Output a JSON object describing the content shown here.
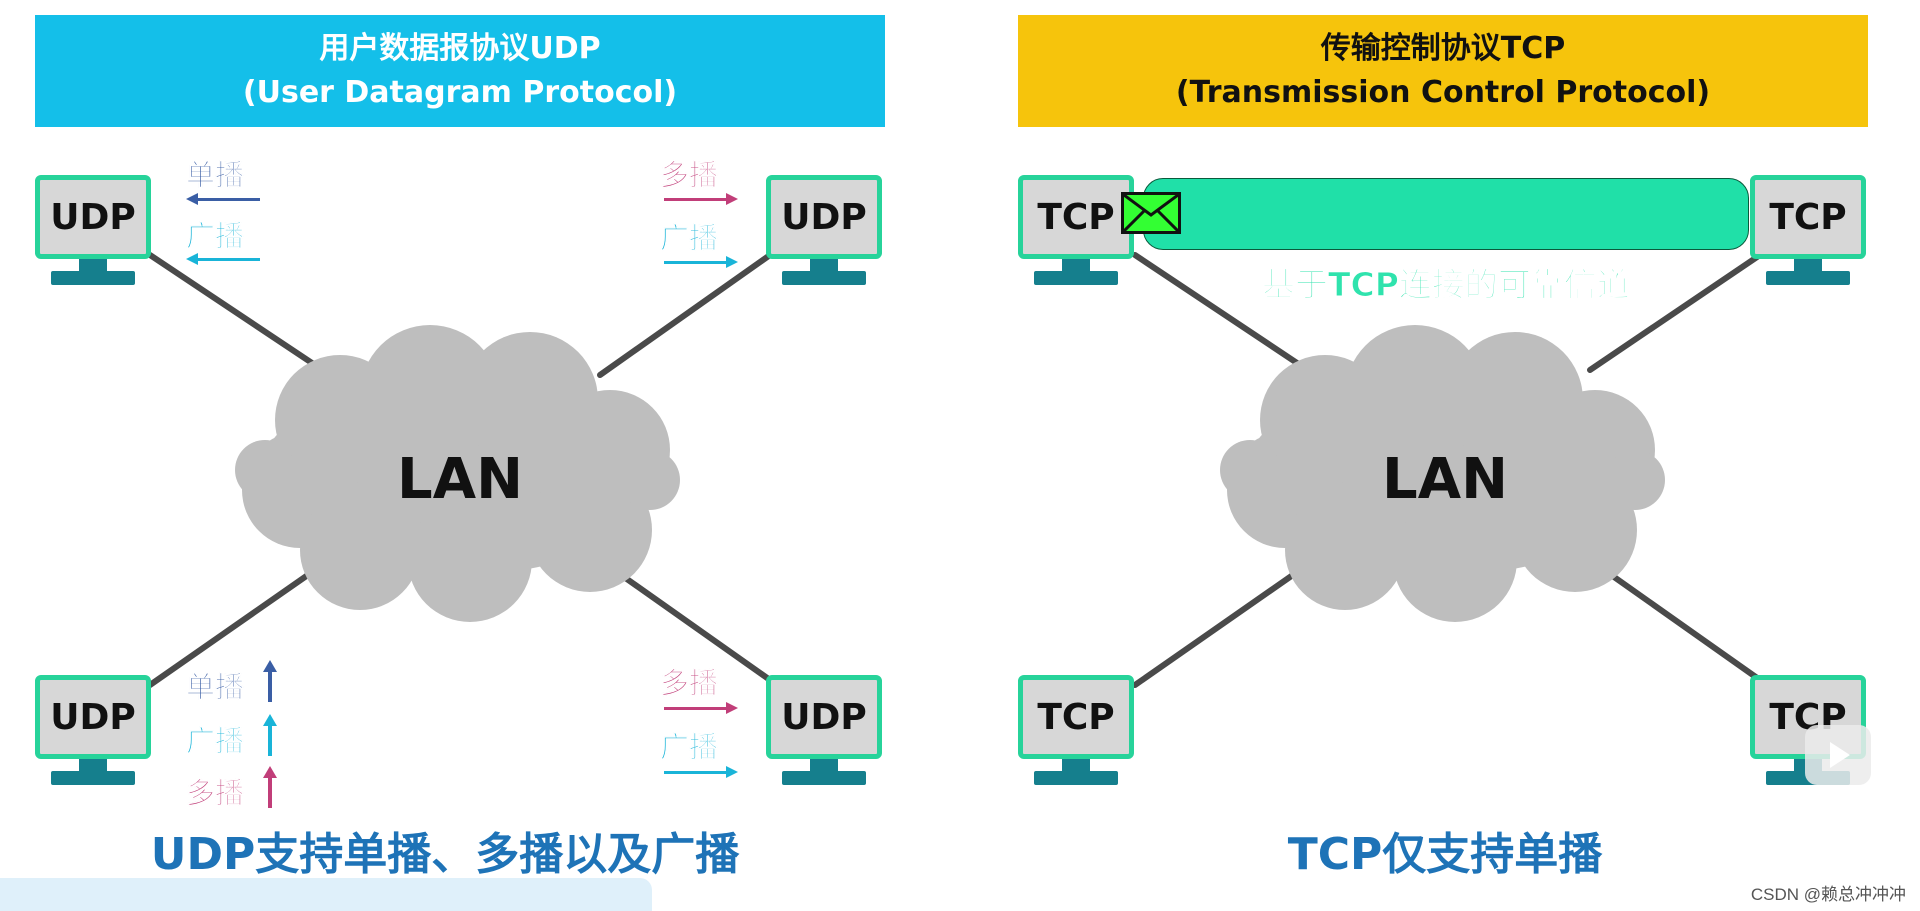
{
  "udp_panel": {
    "header_line1": "用户数据报协议UDP",
    "header_line2": "(User Datagram Protocol)",
    "host_label": "UDP",
    "lan_label": "LAN",
    "top_left_tags": [
      "单播",
      "广播"
    ],
    "top_right_tags": [
      "多播",
      "广播"
    ],
    "bottom_left_tags": [
      "单播",
      "广播",
      "多播"
    ],
    "bottom_right_tags": [
      "多播",
      "广播"
    ],
    "caption": "UDP支持单播、多播以及广播"
  },
  "tcp_panel": {
    "header_line1": "传输控制协议TCP",
    "header_line2": "(Transmission Control Protocol)",
    "host_label": "TCP",
    "lan_label": "LAN",
    "channel_label": "基于TCP连接的可靠信道",
    "caption": "TCP仅支持单播"
  },
  "colors": {
    "udp_header_bg": "#14bfe9",
    "tcp_header_bg": "#f6c40c",
    "monitor_border": "#27d39a",
    "monitor_stand": "#157f8d",
    "cloud": "#bebebe",
    "unicast": "#3a5ea5",
    "broadcast": "#19b4d8",
    "multicast": "#c13e79",
    "caption": "#1e73b7",
    "channel": "#20e0a8"
  },
  "icons": [
    "monitor-icon",
    "cloud-icon",
    "envelope-icon",
    "play-icon"
  ],
  "watermark": "CSDN @赖总冲冲冲"
}
